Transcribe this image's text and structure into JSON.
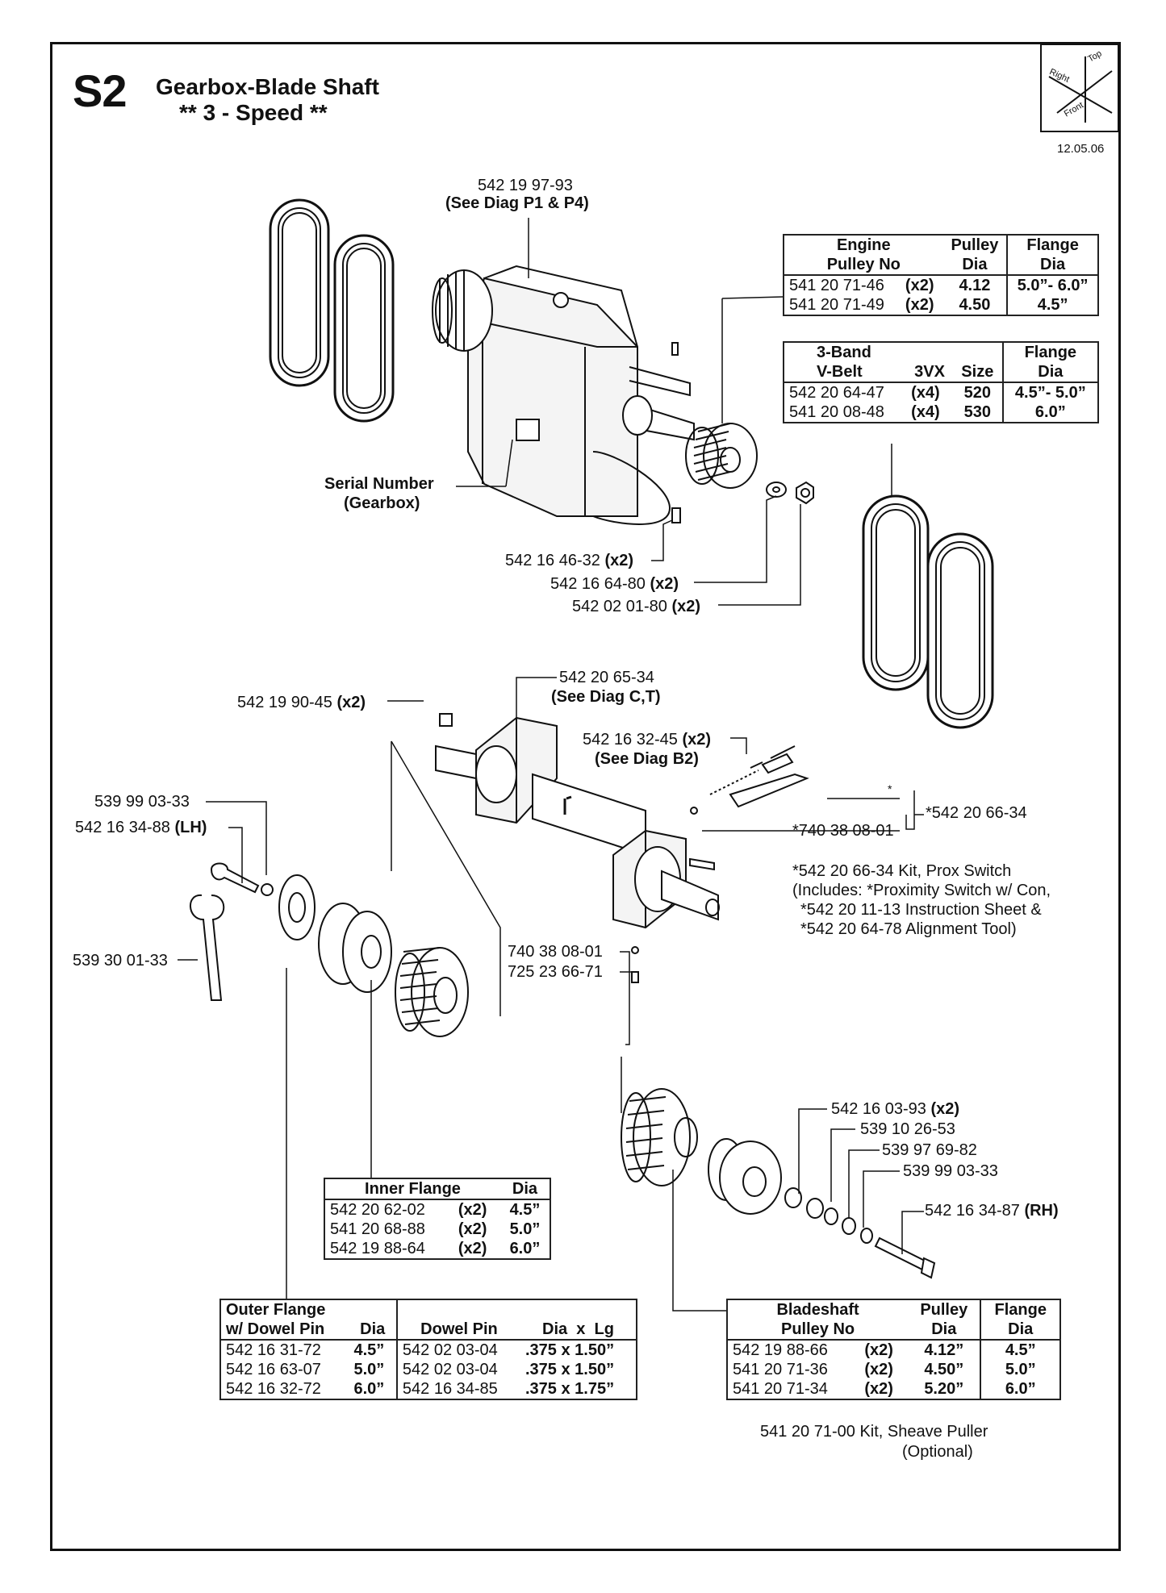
{
  "header": {
    "code": "S2",
    "title": "Gearbox-Blade Shaft",
    "subtitle": "** 3 - Speed **",
    "date": "12.05.06",
    "orientation": [
      "Top",
      "Right",
      "Front"
    ]
  },
  "callouts": {
    "gearbox_part": "542 19 97-93",
    "gearbox_ref": "(See Diag P1 & P4)",
    "serial_line1": "Serial Number",
    "serial_line2": "(Gearbox)",
    "key": "542 16 46-32",
    "key_qty": "(x2)",
    "washer": "542 16 64-80",
    "washer_qty": "(x2)",
    "nut": "542 02 01-80",
    "nut_qty": "(x2)",
    "shaft_part": "542 20 65-34",
    "shaft_ref": "(See Diag C,T)",
    "shaft_key": "542 19 90-45",
    "shaft_key_qty": "(x2)",
    "prox_part": "542 16 32-45",
    "prox_qty": "(x2)",
    "prox_ref": "(See Diag B2)",
    "star": "*",
    "kit_part": "*542 20 66-34",
    "star_740": "*740 38 08-01",
    "kit_note1": "*542 20 66-34 Kit, Prox Switch",
    "kit_note2": "(Includes: *Proximity Switch w/ Con,",
    "kit_note3": "*542 20 11-13 Instruction Sheet &",
    "kit_note4": "*542 20 64-78 Alignment Tool)",
    "left_washer": "539 99 03-33",
    "left_bolt": "542 16 34-88",
    "left_bolt_side": "(LH)",
    "wrench": "539 30 01-33",
    "washer_740": "740 38 08-01",
    "screw_725": "725 23 66-71",
    "r_washer1": "542 16 03-93",
    "r_washer1_qty": "(x2)",
    "r_washer2": "539 10 26-53",
    "r_washer3": "539 97 69-82",
    "r_washer4": "539 99 03-33",
    "right_bolt": "542 16 34-87",
    "right_bolt_side": "(RH)",
    "puller_note1": "541 20 71-00 Kit, Sheave Puller",
    "puller_note2": "(Optional)"
  },
  "engine_table": {
    "headers": [
      "Engine",
      "Pulley No",
      "Pulley",
      "Dia",
      "Flange",
      "Dia"
    ],
    "rows": [
      {
        "part": "541 20 71-46",
        "qty": "(x2)",
        "dia": "4.12",
        "flange": "5.0”- 6.0”"
      },
      {
        "part": "541 20 71-49",
        "qty": "(x2)",
        "dia": "4.50",
        "flange": "4.5”"
      }
    ]
  },
  "belt_table": {
    "headers": [
      "3-Band",
      "V-Belt",
      "3VX",
      "Size",
      "Flange",
      "Dia"
    ],
    "rows": [
      {
        "part": "542 20 64-47",
        "qty": "(x4)",
        "size": "520",
        "flange": "4.5”- 5.0”"
      },
      {
        "part": "541 20 08-48",
        "qty": "(x4)",
        "size": "530",
        "flange": "6.0”"
      }
    ]
  },
  "inner_table": {
    "headers": [
      "Inner Flange",
      "Dia"
    ],
    "rows": [
      {
        "part": "542 20 62-02",
        "qty": "(x2)",
        "dia": "4.5”"
      },
      {
        "part": "541 20 68-88",
        "qty": "(x2)",
        "dia": "5.0”"
      },
      {
        "part": "542 19 88-64",
        "qty": "(x2)",
        "dia": "6.0”"
      }
    ]
  },
  "outer_table": {
    "headers": [
      "Outer Flange",
      "w/ Dowel Pin",
      "Dia",
      "Dowel Pin",
      "Dia  x  Lg"
    ],
    "rows": [
      {
        "part": "542 16 31-72",
        "dia": "4.5”",
        "pin": "542 02 03-04",
        "size": ".375 x 1.50”"
      },
      {
        "part": "542 16 63-07",
        "dia": "5.0”",
        "pin": "542 02 03-04",
        "size": ".375 x 1.50”"
      },
      {
        "part": "542 16 32-72",
        "dia": "6.0”",
        "pin": "542 16 34-85",
        "size": ".375 x 1.75”"
      }
    ]
  },
  "bladeshaft_table": {
    "headers": [
      "Bladeshaft",
      "Pulley No",
      "Pulley",
      "Dia",
      "Flange",
      "Dia"
    ],
    "rows": [
      {
        "part": "542 19 88-66",
        "qty": "(x2)",
        "dia": "4.12”",
        "flange": "4.5”"
      },
      {
        "part": "541 20 71-36",
        "qty": "(x2)",
        "dia": "4.50”",
        "flange": "5.0”"
      },
      {
        "part": "541 20 71-34",
        "qty": "(x2)",
        "dia": "5.20”",
        "flange": "6.0”"
      }
    ]
  }
}
